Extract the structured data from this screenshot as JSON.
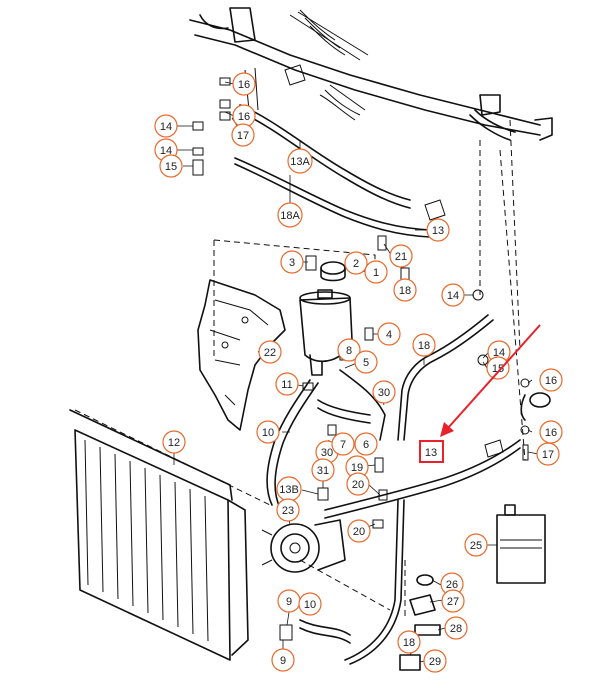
{
  "colors": {
    "callout_ring": "#e8692c",
    "highlight": "#e8212b",
    "ink": "#111111"
  },
  "highlighted_label": "13",
  "callouts": [
    {
      "id": "c16a",
      "label": "16"
    },
    {
      "id": "c16b",
      "label": "16"
    },
    {
      "id": "c14a",
      "label": "14"
    },
    {
      "id": "c17a",
      "label": "17"
    },
    {
      "id": "c14b",
      "label": "14"
    },
    {
      "id": "c15",
      "label": "15"
    },
    {
      "id": "c13A",
      "label": "13A"
    },
    {
      "id": "c18A",
      "label": "18A"
    },
    {
      "id": "c13a",
      "label": "13"
    },
    {
      "id": "c3",
      "label": "3"
    },
    {
      "id": "c2",
      "label": "2"
    },
    {
      "id": "c1",
      "label": "1"
    },
    {
      "id": "c21",
      "label": "21"
    },
    {
      "id": "c18a",
      "label": "18"
    },
    {
      "id": "c14c",
      "label": "14"
    },
    {
      "id": "c4",
      "label": "4"
    },
    {
      "id": "c22",
      "label": "22"
    },
    {
      "id": "c8",
      "label": "8"
    },
    {
      "id": "c5",
      "label": "5"
    },
    {
      "id": "c18b",
      "label": "18"
    },
    {
      "id": "c14d",
      "label": "14"
    },
    {
      "id": "c15b",
      "label": "15"
    },
    {
      "id": "c11",
      "label": "11"
    },
    {
      "id": "c30a",
      "label": "30"
    },
    {
      "id": "c16c",
      "label": "16"
    },
    {
      "id": "c16d",
      "label": "16"
    },
    {
      "id": "c17b",
      "label": "17"
    },
    {
      "id": "c10a",
      "label": "10"
    },
    {
      "id": "c12",
      "label": "12"
    },
    {
      "id": "c30b",
      "label": "30"
    },
    {
      "id": "c7",
      "label": "7"
    },
    {
      "id": "c6",
      "label": "6"
    },
    {
      "id": "c19",
      "label": "19"
    },
    {
      "id": "c31",
      "label": "31"
    },
    {
      "id": "c20a",
      "label": "20"
    },
    {
      "id": "c13B",
      "label": "13B"
    },
    {
      "id": "c23",
      "label": "23"
    },
    {
      "id": "c20b",
      "label": "20"
    },
    {
      "id": "c25",
      "label": "25"
    },
    {
      "id": "c26",
      "label": "26"
    },
    {
      "id": "c27",
      "label": "27"
    },
    {
      "id": "c9a",
      "label": "9"
    },
    {
      "id": "c10b",
      "label": "10"
    },
    {
      "id": "c28",
      "label": "28"
    },
    {
      "id": "c18c",
      "label": "18"
    },
    {
      "id": "c9b",
      "label": "9"
    },
    {
      "id": "c29",
      "label": "29"
    }
  ]
}
